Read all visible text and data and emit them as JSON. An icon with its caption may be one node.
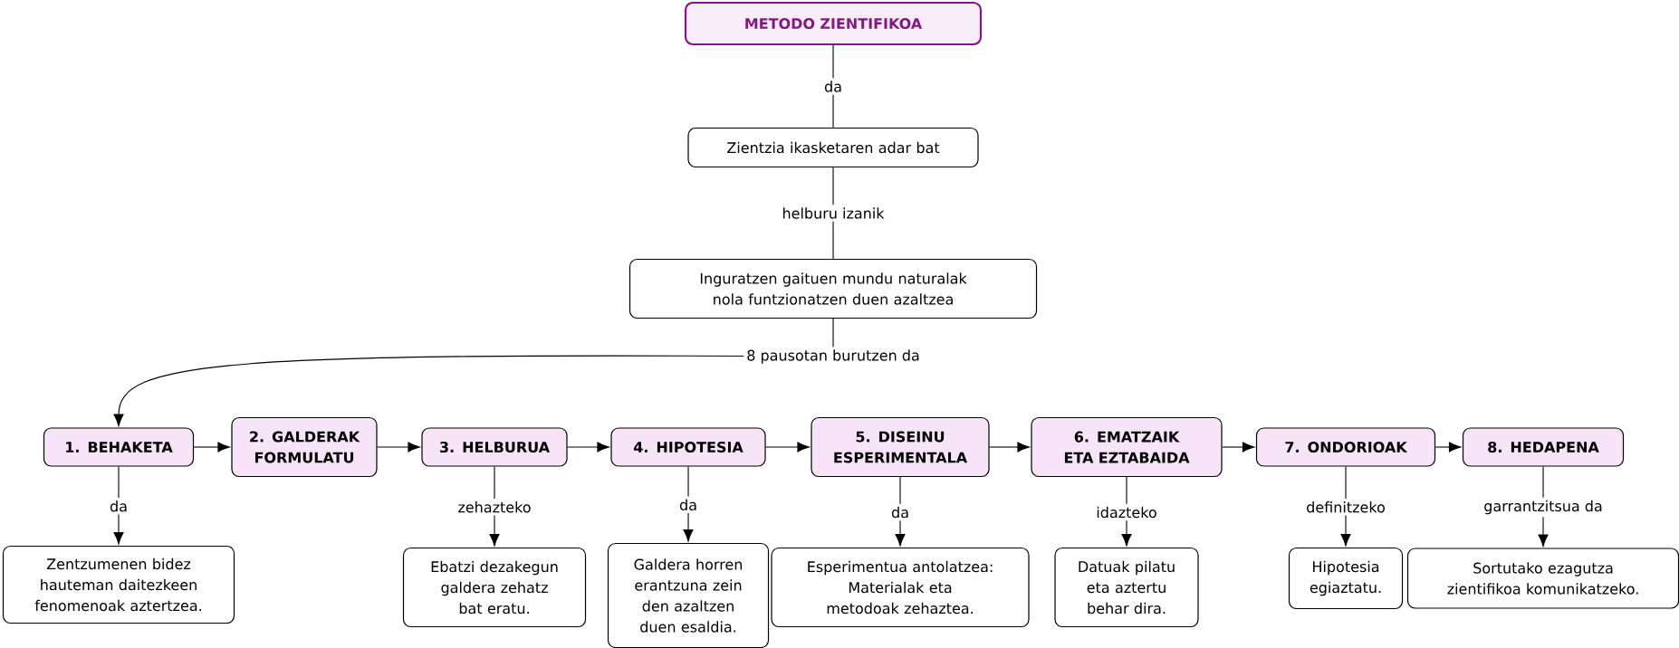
{
  "diagram": {
    "nodes": [
      {
        "text": [
          "METODO ZIENTIFIKOA"
        ]
      },
      {
        "text": [
          "Zientzia ikasketaren adar bat"
        ]
      },
      {
        "text": [
          "Inguratzen gaituen mundu naturalak nola funtzionatzen duen azaltzea"
        ]
      },
      {
        "text": [
          "1. BEHAKETA"
        ]
      },
      {
        "text": [
          "2. GALDERAK FORMULATU"
        ]
      },
      {
        "text": [
          "3. HELBURUA"
        ]
      },
      {
        "text": [
          "4. HIPOTESIA"
        ]
      },
      {
        "text": [
          "5. DISEINU ESPERIMENTALA"
        ]
      },
      {
        "text": [
          "6. EMATZAIK ETA EZTABAIDA"
        ]
      },
      {
        "text": [
          "7. ONDORIOAK"
        ]
      },
      {
        "text": [
          "8. HEDAPENA"
        ]
      },
      {
        "text": [
          "Zentzumenen bidez hauteman daitezkeen fenomenoak aztertzea."
        ]
      },
      {
        "text": [
          "Ebatzi dezakegun galdera zehatz bat eratu."
        ]
      },
      {
        "text": [
          "Galdera horren erantzuna zein den azaltzen duen esaldia."
        ]
      },
      {
        "text": [
          "Esperimentua antolatzea: Materialak eta metodoak zehaztea."
        ]
      },
      {
        "text": [
          "Datuak pilatu eta aztertu behar dira."
        ]
      },
      {
        "text": [
          "Hipotesia egiaztatu."
        ]
      },
      {
        "text": [
          "Sortutako ezagutza zientifikoa komunikatzeko."
        ]
      }
    ],
    "edges": [
      {
        "from": 0,
        "to": 1,
        "arrow": "none",
        "label": "da"
      },
      {
        "from": 1,
        "to": 2,
        "arrow": "none",
        "label": "helburu izanik"
      },
      {
        "from": 2,
        "to": 3,
        "arrow": "to",
        "label": "8 pausotan burutzen da"
      },
      {
        "from": 3,
        "to": 4,
        "arrow": "to"
      },
      {
        "from": 4,
        "to": 5,
        "arrow": "to"
      },
      {
        "from": 5,
        "to": 6,
        "arrow": "to"
      },
      {
        "from": 6,
        "to": 7,
        "arrow": "to"
      },
      {
        "from": 7,
        "to": 8,
        "arrow": "to"
      },
      {
        "from": 8,
        "to": 9,
        "arrow": "to"
      },
      {
        "from": 9,
        "to": 10,
        "arrow": "to"
      },
      {
        "from": 3,
        "to": 11,
        "arrow": "to",
        "label": "da"
      },
      {
        "from": 5,
        "to": 12,
        "arrow": "to",
        "label": "zehazteko"
      },
      {
        "from": 6,
        "to": 13,
        "arrow": "to",
        "label": "da"
      },
      {
        "from": 7,
        "to": 14,
        "arrow": "to",
        "label": "da"
      },
      {
        "from": 8,
        "to": 15,
        "arrow": "to",
        "label": "idazteko"
      },
      {
        "from": 9,
        "to": 16,
        "arrow": "to",
        "label": "definitzeko"
      },
      {
        "from": 10,
        "to": 17,
        "arrow": "to",
        "label": "garrantzitsua da"
      }
    ]
  }
}
